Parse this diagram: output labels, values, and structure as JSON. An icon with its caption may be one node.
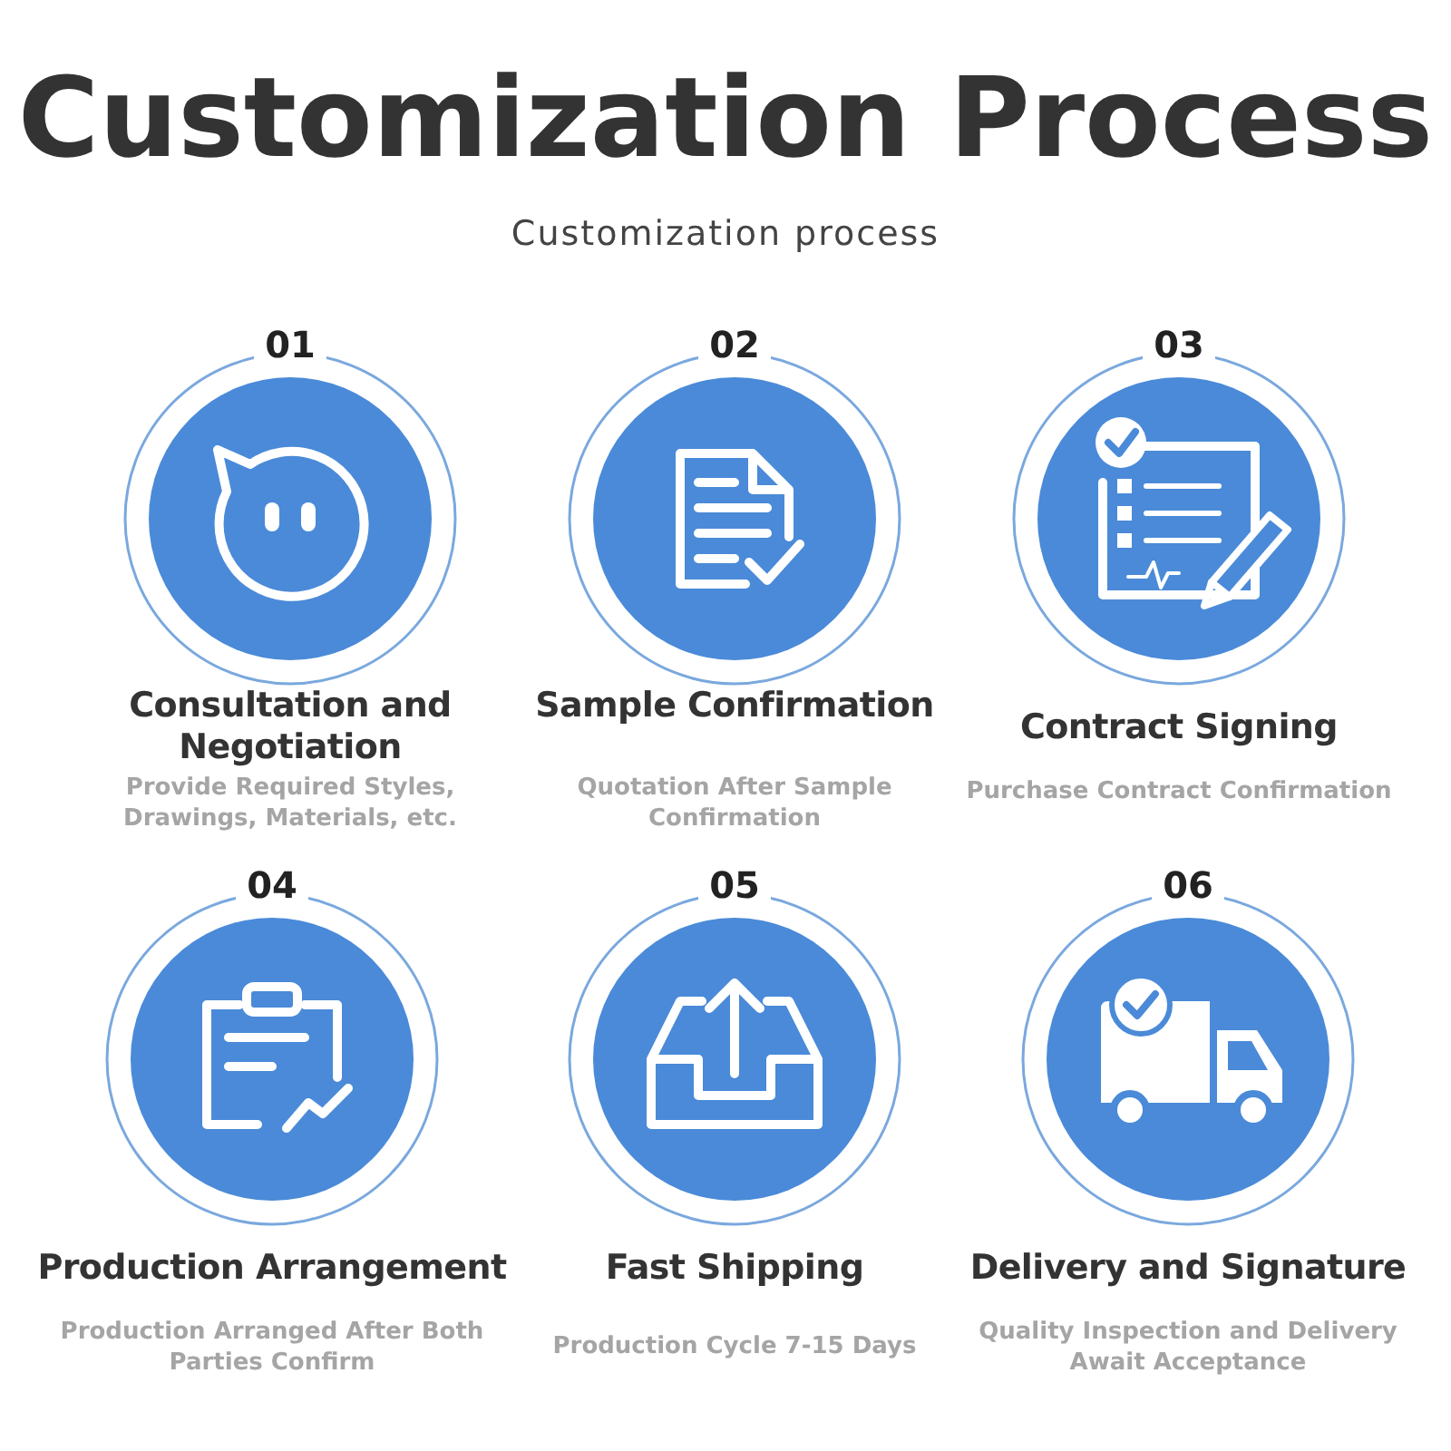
{
  "diagram": {
    "title": "Customization Process",
    "caption": "Customization process",
    "nodes": [
      {
        "text": [
          "01",
          "Consultation and Negotiation",
          "Provide Required Styles, Drawings, Materials, etc."
        ]
      },
      {
        "text": [
          "02",
          "Sample Confirmation",
          "Quotation After Sample Confirmation"
        ]
      },
      {
        "text": [
          "03",
          "Contract Signing",
          "Purchase Contract Confirmation"
        ]
      },
      {
        "text": [
          "04",
          "Production Arrangement",
          "Production Arranged After Both Parties Confirm"
        ]
      },
      {
        "text": [
          "05",
          "Fast Shipping",
          "Production Cycle 7-15 Days"
        ]
      },
      {
        "text": [
          "06",
          "Delivery and Signature",
          "Quality Inspection and Delivery Await Acceptance"
        ]
      }
    ]
  }
}
